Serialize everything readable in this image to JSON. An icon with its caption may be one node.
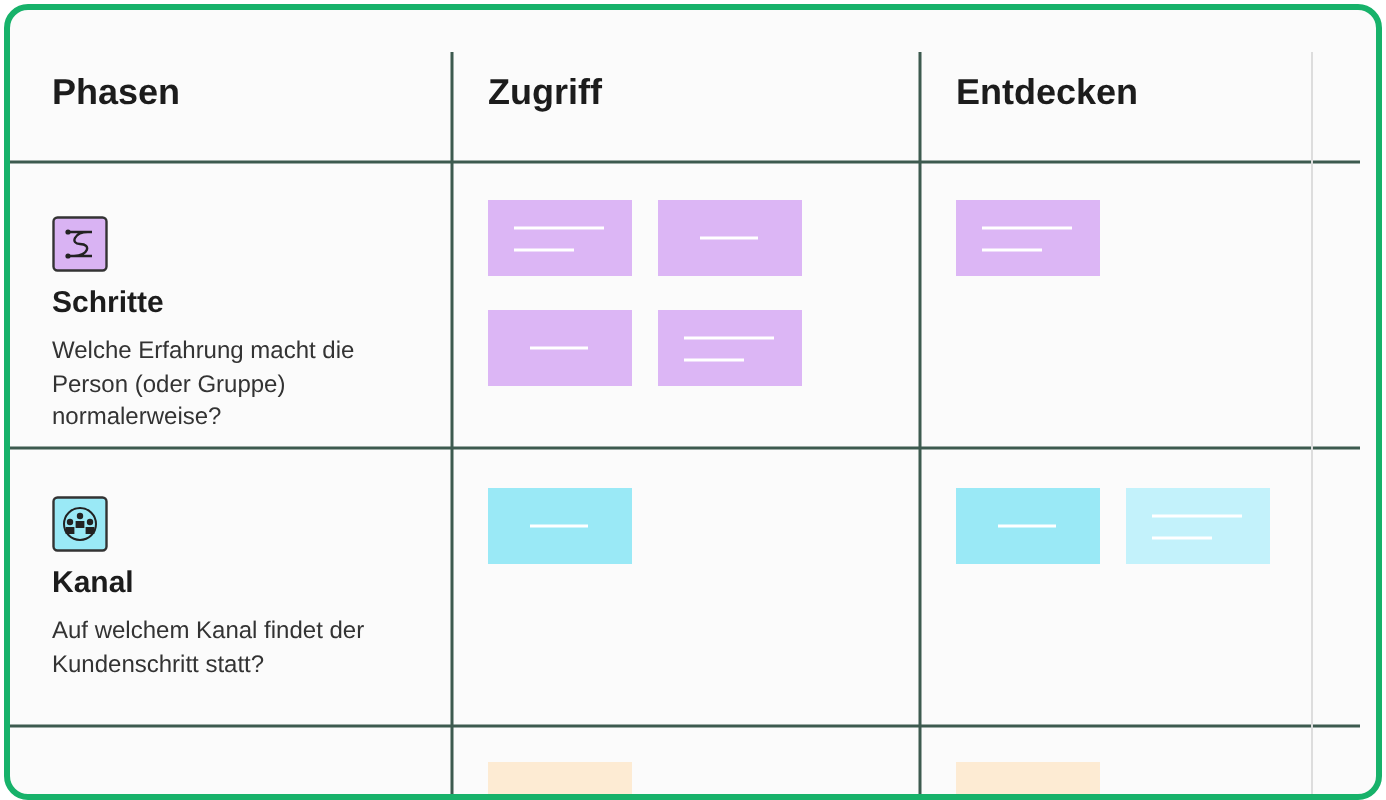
{
  "diagram": {
    "nodes": [
      {
        "text": [],
        "shape": "box"
      },
      {
        "text": [],
        "shape": "box"
      },
      {
        "text": [],
        "shape": "box"
      },
      {
        "text": [],
        "shape": "box"
      },
      {
        "text": [],
        "shape": "box"
      },
      {
        "text": [],
        "shape": "box"
      },
      {
        "text": [],
        "shape": "box"
      },
      {
        "text": [],
        "shape": "box"
      }
    ],
    "labels": [
      "Phasen",
      "Zugriff",
      "Entdecken",
      "Schritte",
      "Welche Erfahrung macht die Person (oder Gruppe) normalerweise?",
      "Kanal",
      "Auf welchem Kanal findet der Kundenschritt statt?"
    ]
  }
}
